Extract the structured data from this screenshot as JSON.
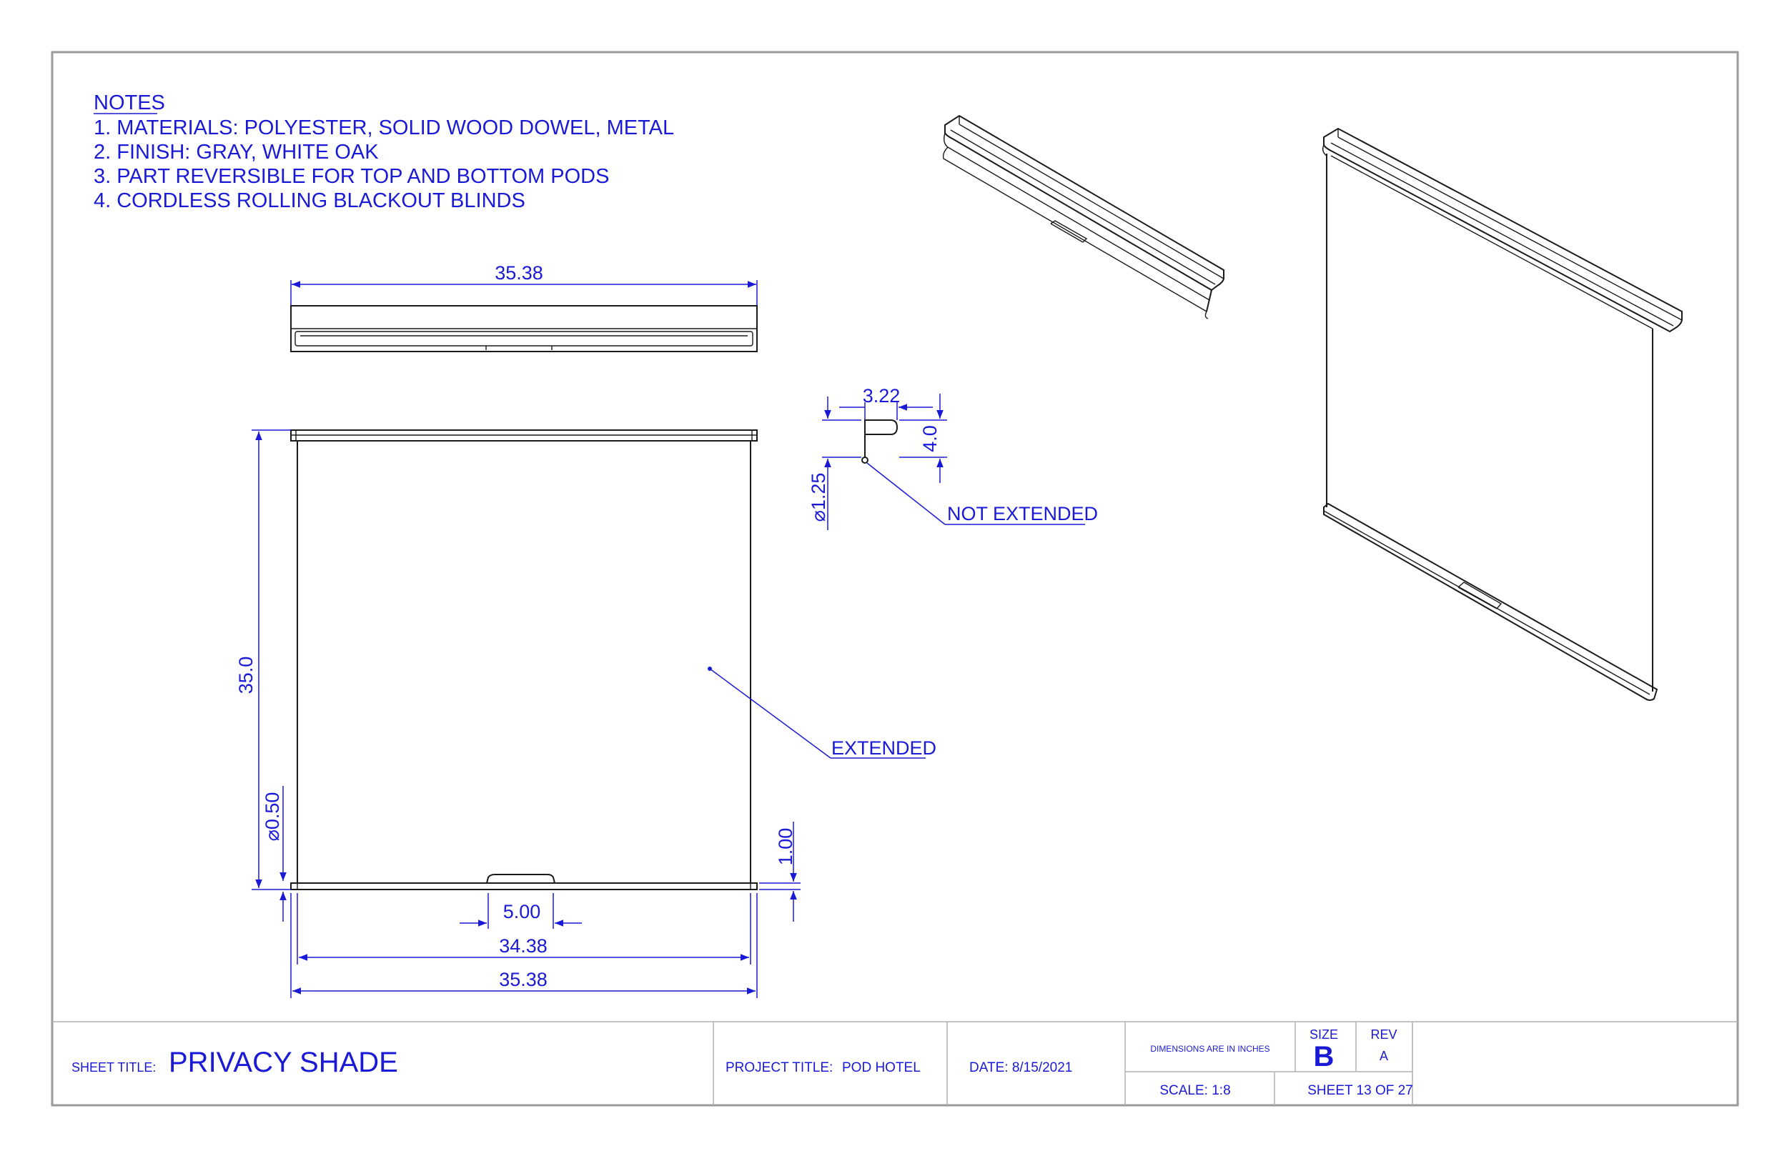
{
  "notes": {
    "heading": "NOTES",
    "items": [
      "1. MATERIALS: POLYESTER, SOLID WOOD DOWEL, METAL",
      "2. FINISH: GRAY, WHITE OAK",
      "3. PART REVERSIBLE FOR TOP AND BOTTOM PODS",
      "4. CORDLESS ROLLING BLACKOUT BLINDS"
    ]
  },
  "dimensions": {
    "top_width": "35.38",
    "height": "35.0",
    "dowel_diameter": "⌀0.50",
    "bottom_offset": "1.00",
    "handle_width": "5.00",
    "inner_width": "34.38",
    "outer_width": "35.38",
    "detail_width": "3.22",
    "detail_height": "4.0",
    "detail_diameter": "⌀1.25"
  },
  "callouts": {
    "not_extended": "NOT EXTENDED",
    "extended": "EXTENDED"
  },
  "title_block": {
    "sheet_title_label": "SHEET TITLE:",
    "sheet_title": "PRIVACY SHADE",
    "project_title_label": "PROJECT TITLE:",
    "project_title": "POD HOTEL",
    "date": "DATE: 8/15/2021",
    "units_note": "DIMENSIONS ARE IN INCHES",
    "size_label": "SIZE",
    "size": "B",
    "rev_label": "REV",
    "rev": "A",
    "scale": "SCALE: 1:8",
    "sheet": "SHEET 13 OF 27"
  },
  "colors": {
    "annotation": "#1a1ad6",
    "frame": "#9a9a9a",
    "linework": "#1a1a1a"
  }
}
